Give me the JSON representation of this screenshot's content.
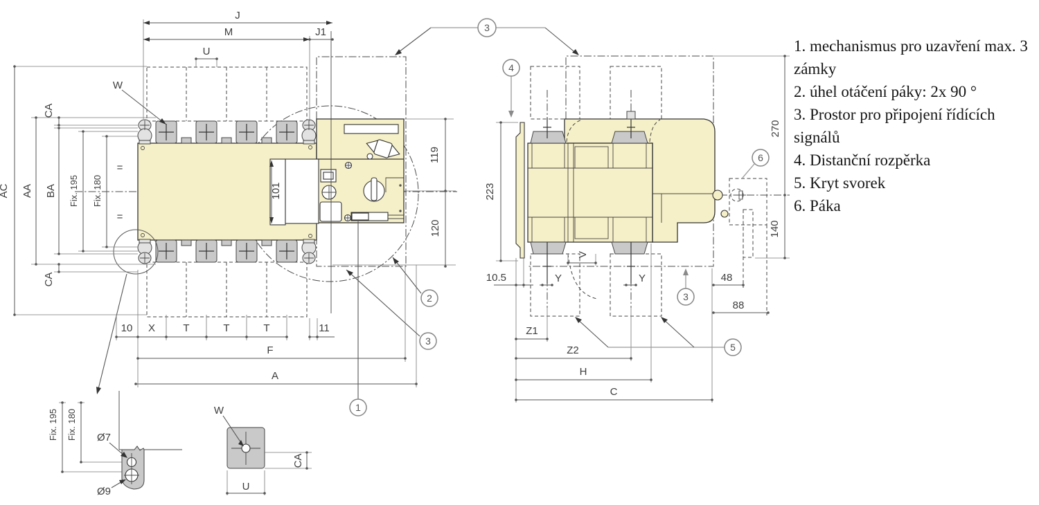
{
  "colors": {
    "body_fill": "#f6f0c8",
    "terminal_fill": "#c9c9c9",
    "line": "#333333",
    "dimension": "#555555",
    "callout": "#858585"
  },
  "legend": {
    "items": [
      "1. mechanismus pro uzavření max. 3 zámky",
      "2. úhel otáčení páky: 2x 90 °",
      "3. Prostor pro připojení řídících signálů",
      "4. Distanční rozpěrka",
      "5. Kryt svorek",
      "6. Páka"
    ]
  },
  "callouts": {
    "n1": "1",
    "n2": "2",
    "n3": "3",
    "n4": "4",
    "n5": "5",
    "n6": "6"
  },
  "front_view": {
    "top_dims": {
      "j": "J",
      "m": "M",
      "j1": "J1",
      "u": "U"
    },
    "left_dims": {
      "ac": "AC",
      "aa": "AA",
      "ba": "BA",
      "fix195": "Fix. 195",
      "fix180": "Fix. 180",
      "ca_top": "CA",
      "ca_bottom": "CA",
      "sym_top": "=",
      "sym_bottom": "="
    },
    "inner_dims": {
      "w": "W",
      "d101": "101"
    },
    "right_dims": {
      "d119": "119",
      "d120": "120"
    },
    "bottom_dims": {
      "d10": "10",
      "x": "X",
      "t1": "T",
      "t2": "T",
      "t3": "T",
      "d11": "11",
      "f": "F",
      "a": "A"
    }
  },
  "side_view": {
    "dims": {
      "d223": "223",
      "d105": "10.5",
      "d270": "270",
      "d140": "140",
      "d48": "48",
      "d88": "88",
      "v": "V",
      "y_left": "Y",
      "y_right": "Y",
      "z1": "Z1",
      "z2": "Z2",
      "h": "H",
      "c": "C"
    }
  },
  "details": {
    "mounting": {
      "fix195": "Fix. 195",
      "fix180": "Fix. 180",
      "d7": "Ø7",
      "d9": "Ø9"
    },
    "terminal": {
      "w": "W",
      "u": "U",
      "ca": "CA"
    }
  }
}
